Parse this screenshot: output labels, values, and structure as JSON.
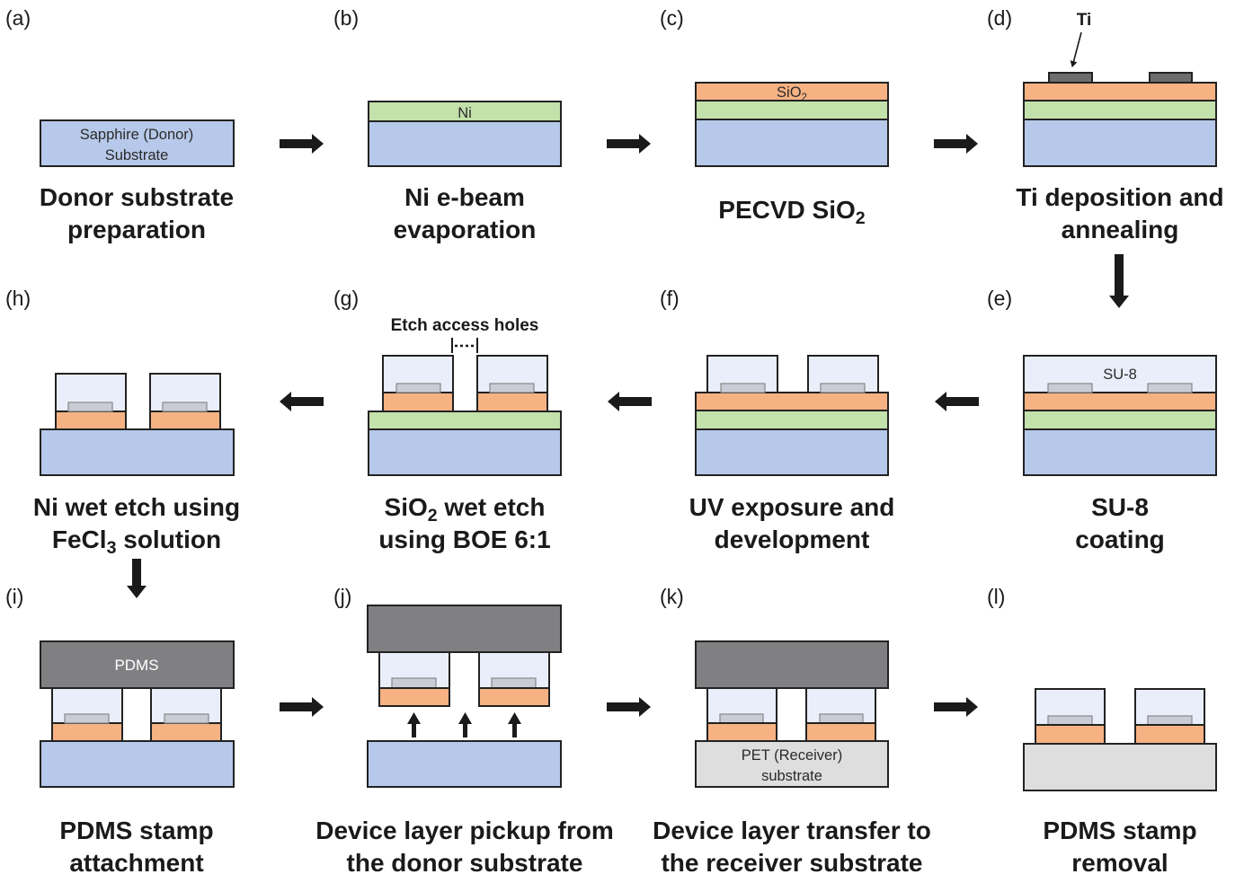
{
  "colors": {
    "sapphire": "#b7c9ea",
    "nickel": "#c3e1ab",
    "sio2": "#f6b283",
    "titanium": "#6d6d6f",
    "su8": "#e9eefa",
    "pdms": "#808083",
    "pet": "#dedede",
    "arrow": "#1a1a1a"
  },
  "icons": {
    "process_arrow": "arrow-icon",
    "lift_arrow": "up-arrow-icon",
    "pointer_arrow": "pointer-arrow-icon"
  },
  "panels": {
    "a": {
      "label": "(a)",
      "caption": [
        "Donor substrate",
        "preparation"
      ],
      "substrate_text": [
        "Sapphire (Donor)",
        "Substrate"
      ]
    },
    "b": {
      "label": "(b)",
      "caption": [
        "Ni e-beam",
        "evaporation"
      ],
      "ni_text": "Ni"
    },
    "c": {
      "label": "(c)",
      "caption_main": "PECVD SiO",
      "caption_sub": "2",
      "sio2_main": "SiO",
      "sio2_sub": "2"
    },
    "d": {
      "label": "(d)",
      "caption": [
        "Ti deposition and",
        "annealing"
      ],
      "ti_text": "Ti"
    },
    "e": {
      "label": "(e)",
      "caption": [
        "SU-8",
        "coating"
      ],
      "su8_text": "SU-8"
    },
    "f": {
      "label": "(f)",
      "caption": [
        "UV exposure and",
        "development"
      ]
    },
    "g": {
      "label": "(g)",
      "caption_line1_main": "SiO",
      "caption_line1_sub": "2",
      "caption_line1_rest": " wet etch",
      "caption_line2": "using BOE 6:1",
      "annotation": "Etch access holes"
    },
    "h": {
      "label": "(h)",
      "caption_line1": "Ni wet etch using",
      "caption_line2_main": "FeCl",
      "caption_line2_sub": "3",
      "caption_line2_rest": " solution"
    },
    "i": {
      "label": "(i)",
      "caption": [
        "PDMS stamp",
        "attachment"
      ],
      "pdms_text": "PDMS"
    },
    "j": {
      "label": "(j)",
      "caption": [
        "Device layer pickup from",
        "the donor substrate"
      ]
    },
    "k": {
      "label": "(k)",
      "caption": [
        "Device layer transfer to",
        "the receiver substrate"
      ],
      "pet_text": [
        "PET (Receiver)",
        "substrate"
      ]
    },
    "l": {
      "label": "(l)",
      "caption": [
        "PDMS stamp",
        "removal"
      ]
    }
  }
}
